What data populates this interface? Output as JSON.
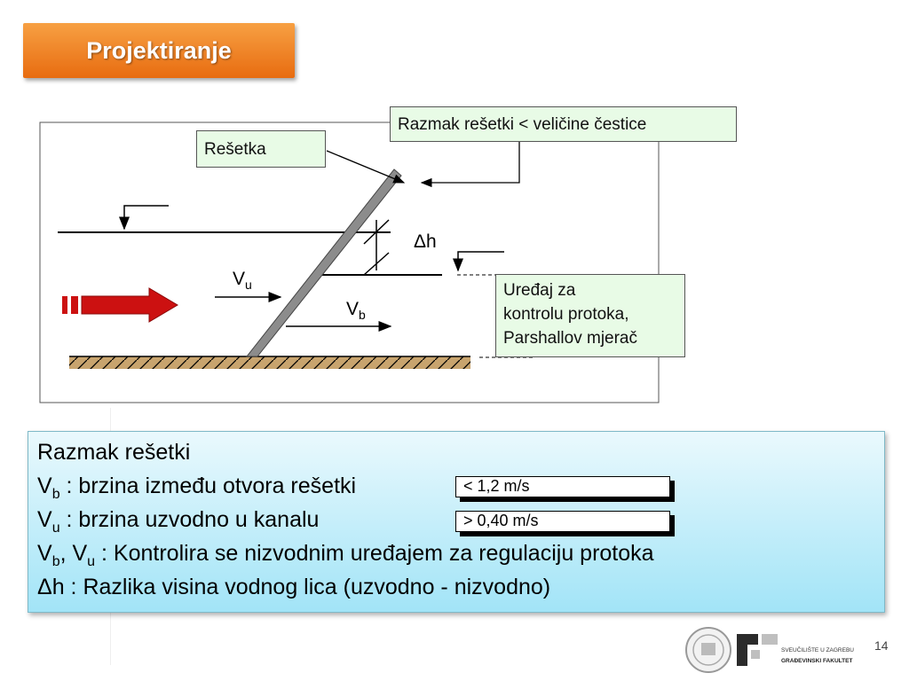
{
  "header": {
    "title": "Projektiranje"
  },
  "diagram": {
    "label_resetka": "Rešetka",
    "label_razmak": "Razmak rešetki < veličine čestice",
    "label_uredaj": [
      "Uređaj za",
      "kontrolu protoka,",
      "Parshallov mjerač"
    ],
    "delta_h": "Δh",
    "vu_main": "V",
    "vu_sub": "u",
    "vb_main": "V",
    "vb_sub": "b",
    "colors": {
      "arrow": "#cc1111",
      "grate": "#8c8c8c",
      "label_bg": "#e8fbe6"
    }
  },
  "info": {
    "line1": "Razmak rešetki",
    "line2_v": "V",
    "line2_sub": "b",
    "line2_text": " : brzina između otvora rešetki",
    "line3_v": "V",
    "line3_sub": "u",
    "line3_text": " : brzina uzvodno u kanalu",
    "line4_v1": "V",
    "line4_sub1": "b",
    "line4_mid": ", V",
    "line4_sub2": "u",
    "line4_text": " : Kontrolira se nizvodnim uređajem za regulaciju protoka",
    "line5": "Δh : Razlika visina vodnog lica (uzvodno - nizvodno)",
    "vb_value": "< 1,2 m/s",
    "vu_value": "> 0,40 m/s"
  },
  "footer": {
    "logo_line1": "SVEUČILIŠTE U ZAGREBU",
    "logo_line2": "GRAĐEVINSKI FAKULTET",
    "page_number": "14"
  }
}
